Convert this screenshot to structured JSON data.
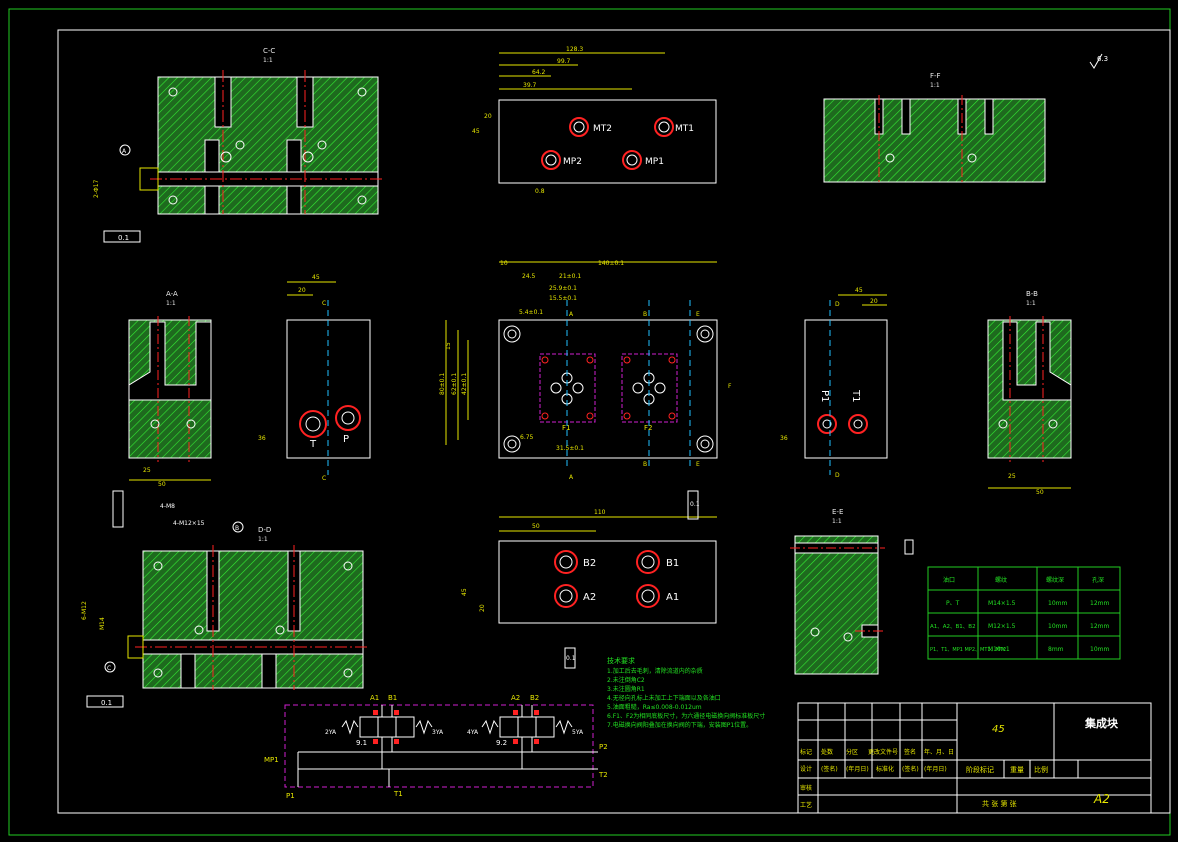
{
  "colors": {
    "background": "#000000",
    "frame": "#22cc22",
    "outline": "#ffffff",
    "hatch": "#22dd22",
    "hatch_fill": "#2a7a2a",
    "dimension": "#e6e600",
    "centerline": "#ff2222",
    "magenta": "#d020d0",
    "cyan": "#20c0ff"
  },
  "views": {
    "cc_label": "C-C",
    "ff_label": "F-F",
    "aa_label": "A-A",
    "ee_label": "E-E",
    "bb_label": "B-B",
    "dd_label": "D-D",
    "ee2_label": "E-E",
    "scale": "1:1"
  },
  "top_view": {
    "dims": [
      "128.3",
      "99.7",
      "64.2",
      "39.7",
      "20",
      "45"
    ],
    "ports": [
      "MT2",
      "MT1",
      "MP2",
      "MP1"
    ],
    "roughness": "0.8"
  },
  "main_view": {
    "dims": [
      "10",
      "140±0.1",
      "24.5",
      "21±0.1",
      "25.9±0.1",
      "15.5±0.1",
      "5.4±0.1",
      "15",
      "42±0.1",
      "62±0.1",
      "80±0.1",
      "6.75",
      "31.5±0.1"
    ],
    "pads": [
      "F1",
      "F2"
    ],
    "section_marks": [
      "A",
      "B",
      "E",
      "F"
    ]
  },
  "left_side": {
    "dims": [
      "45",
      "20",
      "36",
      "25",
      "50"
    ],
    "marks": [
      "C",
      "C"
    ],
    "ports": [
      "T",
      "P"
    ]
  },
  "right_side": {
    "dims": [
      "45",
      "20",
      "36",
      "25",
      "50"
    ],
    "marks": [
      "D",
      "D"
    ],
    "ports": [
      "P1",
      "T1"
    ]
  },
  "bottom_view": {
    "dims": [
      "110",
      "50",
      "45",
      "20"
    ],
    "ports": [
      "B2",
      "B1",
      "A2",
      "A1"
    ],
    "tolerance_top": "0.1",
    "tolerance_bottom": "0.1"
  },
  "dd_view": {
    "callouts": [
      "4-M8",
      "4-M12×15",
      "6-M12",
      "M14",
      "0.1",
      "C",
      "B"
    ]
  },
  "cc_view": {
    "callouts": [
      "2-Φ17",
      "0.1",
      "A"
    ]
  },
  "port_table": {
    "headers": [
      "油口",
      "螺纹",
      "螺纹深",
      "孔深"
    ],
    "rows": [
      [
        "P、T",
        "M14×1.5",
        "10mm",
        "12mm"
      ],
      [
        "A1、A2、B1、B2",
        "M12×1.5",
        "10mm",
        "12mm"
      ],
      [
        "P1、T1、MP1 MP2、MT1、MT2",
        "M10×1",
        "8mm",
        "10mm"
      ]
    ]
  },
  "tech_notes": {
    "title": "技术要求",
    "lines": [
      "1.加工后去毛刺，清除流道内的杂质",
      "2.未注倒角C2",
      "3.未注圆角R1",
      "4.无径向孔标上未加工上下端面以及各油口",
      "5.油面粗糙，Ra≤0.008-0.012um",
      "6.F1、F2为相同底板尺寸，为六通径电磁换向阀标准板尺寸",
      "7.电磁换向阀阳叠加在换向阀的下端，安装图P1位置。"
    ]
  },
  "schematic": {
    "labels": [
      "A1",
      "B1",
      "A2",
      "B2",
      "2YA",
      "3YA",
      "4YA",
      "5YA",
      "9.1",
      "9.2",
      "MP1",
      "P1",
      "T1",
      "P2",
      "T2"
    ]
  },
  "title_block": {
    "material": "45",
    "part_name": "集成块",
    "sheet_size": "A2",
    "rows": [
      [
        "标记",
        "处数",
        "分区",
        "更改文件号",
        "签名",
        "年、月、日"
      ],
      [
        "设计",
        "(签名)",
        "(年月日)",
        "标准化",
        "(签名)",
        "(年月日)"
      ],
      [
        "审核"
      ],
      [
        "工艺"
      ]
    ],
    "stage_mark": "阶段标记",
    "weight": "重量",
    "ratio": "比例",
    "sheets": "共 张 第 张"
  },
  "roughness_corner": "6.3"
}
